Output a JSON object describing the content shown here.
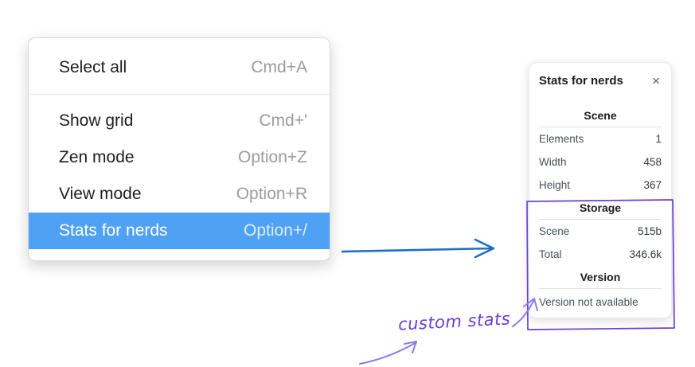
{
  "menu": {
    "items": [
      {
        "label": "Select all",
        "shortcut": "Cmd+A"
      },
      {
        "label": "Show grid",
        "shortcut": "Cmd+'"
      },
      {
        "label": "Zen mode",
        "shortcut": "Option+Z"
      },
      {
        "label": "View mode",
        "shortcut": "Option+R"
      },
      {
        "label": "Stats for nerds",
        "shortcut": "Option+/"
      }
    ],
    "selected_item": "Stats for nerds"
  },
  "stats_panel": {
    "title": "Stats for nerds",
    "close_label": "×",
    "sections": [
      {
        "header": "Scene",
        "rows": [
          {
            "label": "Elements",
            "value": "1"
          },
          {
            "label": "Width",
            "value": "458"
          },
          {
            "label": "Height",
            "value": "367"
          }
        ]
      },
      {
        "header": "Storage",
        "rows": [
          {
            "label": "Scene",
            "value": "515b"
          },
          {
            "label": "Total",
            "value": "346.6k"
          }
        ]
      },
      {
        "header": "Version",
        "note": "Version not available"
      }
    ]
  },
  "annotation": {
    "label": "custom stats"
  },
  "colors": {
    "selection_blue": "#4ea1f3",
    "arrow_blue": "#1b6fc4",
    "annotation_purple": "#6741d9",
    "annotation_purple_light": "#8d7ae8"
  }
}
